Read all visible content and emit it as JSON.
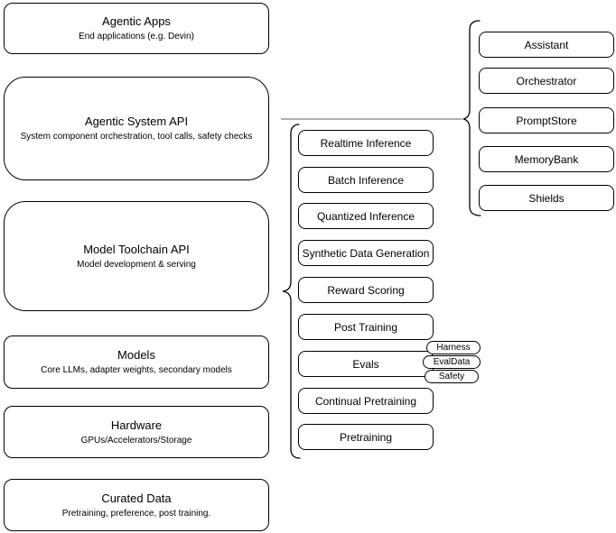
{
  "diagram": {
    "left_stack": [
      {
        "title": "Agentic Apps",
        "subtitle": "End applications (e.g. Devin)"
      },
      {
        "title": "Agentic System API",
        "subtitle": "System component orchestration, tool calls, safety checks"
      },
      {
        "title": "Model Toolchain API",
        "subtitle": "Model development & serving"
      },
      {
        "title": "Models",
        "subtitle": "Core LLMs, adapter weights, secondary models"
      },
      {
        "title": "Hardware",
        "subtitle": "GPUs/Accelerators/Storage"
      },
      {
        "title": "Curated Data",
        "subtitle": "Pretraining, preference, post training."
      }
    ],
    "toolchain_items": [
      "Realtime Inference",
      "Batch Inference",
      "Quantized Inference",
      "Synthetic Data Generation",
      "Reward Scoring",
      "Post Training",
      "Evals",
      "Continual Pretraining",
      "Pretraining"
    ],
    "eval_tags": [
      "Harness",
      "EvalData",
      "Safety"
    ],
    "system_components": [
      "Assistant",
      "Orchestrator",
      "PromptStore",
      "MemoryBank",
      "Shields"
    ],
    "colors": {
      "stroke": "#000000",
      "connector": "#808080",
      "background": "#ffffff",
      "text": "#000000"
    }
  }
}
